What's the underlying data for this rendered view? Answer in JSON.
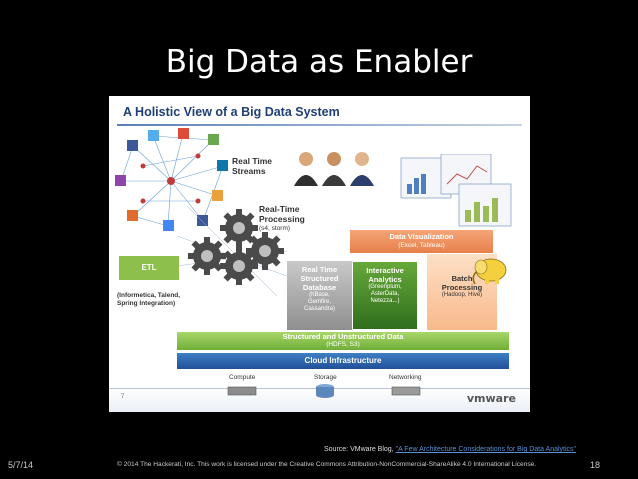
{
  "slide": {
    "title": "Big Data as Enabler",
    "source_prefix": "Source: VMware Blog, ",
    "source_link": "\"A Few Architecture Considerations for Big Data Analytics\"",
    "date": "5/7/14",
    "license": "© 2014 The Hackerati, Inc. This work is licensed under the Creative Commons Attribution-NonCommercial-ShareAlike 4.0 International License.",
    "page_number": "18"
  },
  "diagram": {
    "title": "A Holistic View of a Big Data System",
    "real_time_streams": [
      "Real Time",
      "Streams"
    ],
    "rt_processing": [
      "Real-Time",
      "Processing"
    ],
    "rt_processing_sub": "(s4, storm)",
    "etl": "ETL",
    "etl_tools": [
      "(Informetica, Talend,",
      "Spring Integration)"
    ],
    "data_viz": "Data Visualization",
    "data_viz_sub": "(Excel, Tableau)",
    "rt_db": [
      "Real Time",
      "Structured",
      "Database"
    ],
    "rt_db_sub": [
      "(hBase,",
      "Gemfire,",
      "Cassandra)"
    ],
    "interactive": [
      "Interactive",
      "Analytics"
    ],
    "interactive_sub": [
      "(Greenplum,",
      "AsterData,",
      "Netezza...)"
    ],
    "batch": [
      "Batch",
      "Processing"
    ],
    "batch_sub": "(Hadoop, Hive)",
    "structured_band": "Structured and Unstructured Data",
    "structured_band_sub": "(HDFS, S3)",
    "cloud_band": "Cloud Infrastructure",
    "resources": [
      "Compute",
      "Storage",
      "Networking"
    ],
    "footer_page": "7",
    "logo": "vmware"
  },
  "colors": {
    "green": "#8cc04a",
    "blue": "#1f4f98",
    "orange": "#e6804b"
  }
}
